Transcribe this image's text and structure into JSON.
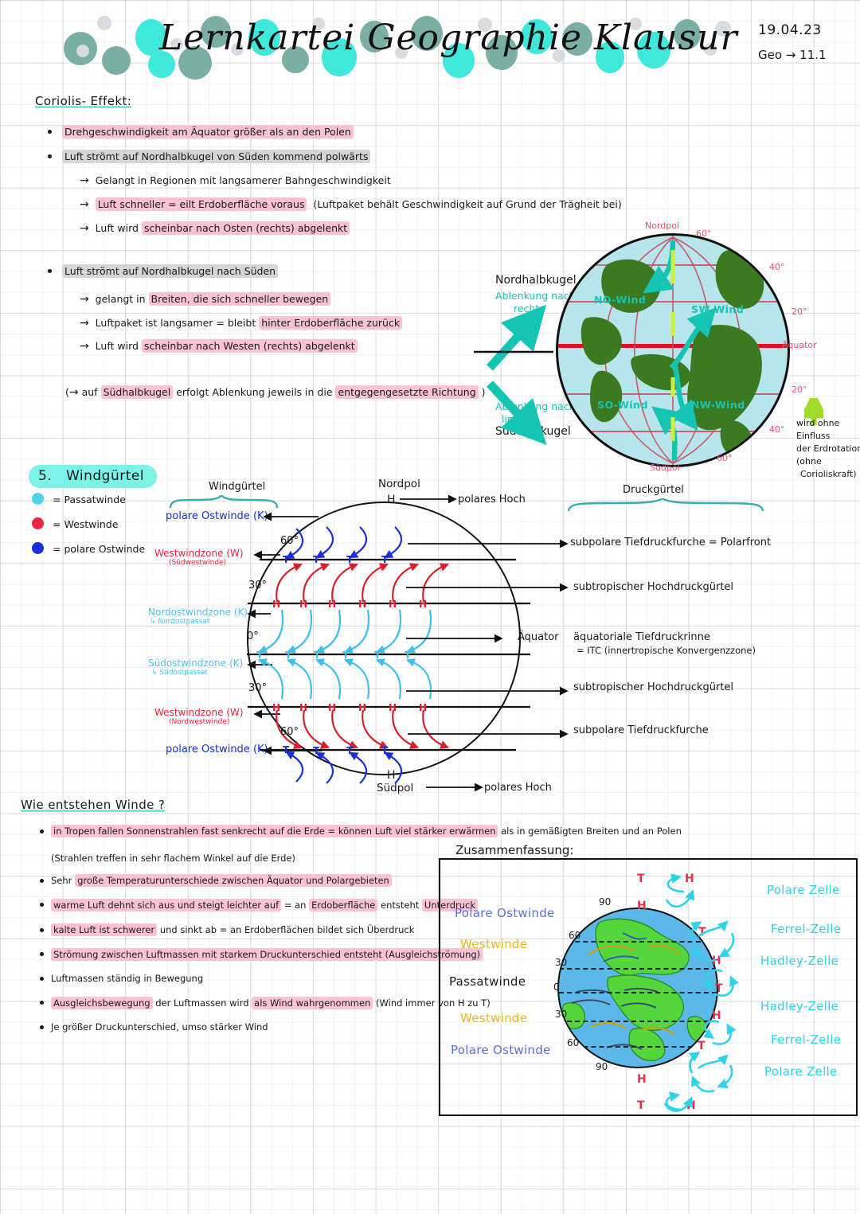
{
  "header": {
    "title": "Lernkartei Geographie Klausur",
    "date": "19.04.23",
    "subject": "Geo → 11.1"
  },
  "coriolis": {
    "heading": "Coriolis- Effekt:",
    "bullet1": "Drehgeschwindigkeit am Äquator größer als an den Polen",
    "bullet2": "Luft strömt auf Nordhalbkugel von Süden kommend polwärts",
    "b2_sub": [
      "Gelangt in Regionen mit langsamerer Bahngeschwindigkeit",
      "Luft schneller = eilt Erdoberfläche voraus",
      "(Luftpaket behält Geschwindigkeit auf Grund der Trägheit bei)",
      "Luft wird scheinbar nach Osten (rechts) abgelenkt"
    ],
    "bullet3": "Luft strömt auf Nordhalbkugel nach Süden",
    "b3_sub": [
      "gelangt in Breiten, die sich schneller bewegen",
      "Luftpaket ist langsamer = bleibt hinter Erdoberfläche zurück",
      "Luft wird scheinbar nach Westen (rechts) abgelenkt"
    ],
    "note": "(→ auf Südhalbkugel erfolgt Ablenkung jeweils in die entgegengesetzte Richtung )"
  },
  "globe": {
    "nordhalbkugel": "Nordhalbkugel",
    "ablenkung_rechts_1": "Ablenkung nach",
    "ablenkung_rechts_2": "rechts",
    "ablenkung_links_1": "Ablenkung nach",
    "ablenkung_links_2": "links",
    "suedhalbkugel": "Südhalbkugel",
    "nordpol": "Nordpol",
    "suedpol": "Südpol",
    "aequator": "Äquator",
    "lat_labels": [
      "60°",
      "40°",
      "20°",
      "20°",
      "40°",
      "60°"
    ],
    "winds": [
      "NO-Wind",
      "SW-Wind",
      "SO-Wind",
      "NW-Wind"
    ],
    "side_note": [
      "wird ohne",
      "Einfluss",
      "der Erdrotation",
      "(ohne",
      "Corioliskraft)"
    ]
  },
  "windguertel": {
    "section_number": "5.",
    "section_title": "Windgürtel",
    "legend": [
      {
        "color": "#4FD2E8",
        "label": "= Passatwinde"
      },
      {
        "color": "#E8283C",
        "label": "= Westwinde"
      },
      {
        "color": "#1A2FD6",
        "label": "= polare Ostwinde"
      }
    ],
    "bracket_left_label": "Windgürtel",
    "bracket_right_label": "Druckgürtel",
    "left_labels": [
      {
        "main": "polare Ostwinde (K)",
        "sub": "",
        "color": "#1A2FD6"
      },
      {
        "main": "Westwindzone (W)",
        "sub": "(Südwestwinde)",
        "color": "#E8283C"
      },
      {
        "main": "Nordostwindzone (K)",
        "sub": "↳ Nordostpassat",
        "color": "#4FC3E8"
      },
      {
        "main": "Südostwindzone (K)",
        "sub": "↳ Südostpassat",
        "color": "#4FC3E8"
      },
      {
        "main": "Westwindzone (W)",
        "sub": "(Nordwestwinde)",
        "color": "#E8283C"
      },
      {
        "main": "polare Ostwinde (K)",
        "sub": "",
        "color": "#1A2FD6"
      }
    ],
    "right_labels": [
      "subpolare Tiefdruckfurche = Polarfront",
      "subtropischer Hochdruckgürtel",
      "äquatoriale Tiefdruckrinne",
      "= ITC (innertropische Konvergenzzone)",
      "subtropischer Hochdruckgürtel",
      "subpolare Tiefdruckfurche"
    ],
    "pole_top_name": "Nordpol",
    "pole_top_h": "H",
    "pole_top_label": "polares Hoch",
    "pole_bottom_h": "H",
    "pole_bottom_name": "Südpol",
    "pole_bottom_label": "polares Hoch",
    "equator_label": "Äquator",
    "lat_nums": [
      "60°",
      "30°",
      "0°",
      "30°",
      "60°"
    ]
  },
  "winde": {
    "heading": "Wie entstehen Winde ?",
    "bullets": [
      "in Tropen fallen Sonnenstrahlen fast senkrecht auf die Erde = können Luft viel stärker erwärmen als in gemäßigten Breiten und an Polen",
      "(Strahlen treffen in sehr flachem Winkel auf die Erde)",
      "Sehr große Temperaturunterschiede zwischen Äquator und Polargebieten",
      "warme Luft dehnt sich aus und steigt leichter auf = an Erdoberfläche entsteht Unterdruck",
      "kalte Luft ist schwerer und sinkt ab = an Erdoberflächen bildet sich Überdruck",
      "Strömung zwischen Luftmassen mit starkem Druckunterschied entsteht (Ausgleichströmung)",
      "Luftmassen ständig in Bewegung",
      "Ausgleichsbewegung der Luftmassen wird als Wind wahrgenommen (Wind immer von H zu T)",
      "Je größer Druckunterschied, umso stärker Wind"
    ]
  },
  "zusammenfassung": {
    "heading": "Zusammenfassung:",
    "left_labels": [
      {
        "text": "Polare Ostwinde",
        "color": "#5E6FD6"
      },
      {
        "text": "Westwinde",
        "color": "#E8B428"
      },
      {
        "text": "Passatwinde",
        "color": "#1a1f25"
      },
      {
        "text": "Westwinde",
        "color": "#E8B428"
      },
      {
        "text": "Polare Ostwinde",
        "color": "#5E6FD6"
      }
    ],
    "lat_nums": [
      "90",
      "60",
      "30",
      "0",
      "30",
      "60",
      "90"
    ],
    "cells": [
      "Polare Zelle",
      "Ferrel-Zelle",
      "Hadley-Zelle",
      "Hadley-Zelle",
      "Ferrel-Zelle",
      "Polare Zelle"
    ],
    "pressure_marks": [
      "T",
      "H",
      "H",
      "T",
      "H",
      "T",
      "H",
      "T",
      "H",
      "T",
      "H"
    ]
  }
}
